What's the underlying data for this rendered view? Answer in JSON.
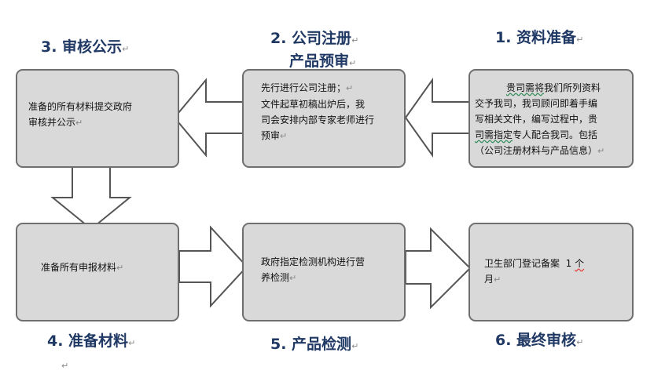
{
  "titles": {
    "step1": "1. 资料准备",
    "step2_line1": "2. 公司注册",
    "step2_line2": "产品预审",
    "step3": "3. 审核公示",
    "step4": "4. 准备材料",
    "step5": "5. 产品检测",
    "step6": "6. 最终审核"
  },
  "boxes": {
    "box1": {
      "line1_pre": "贵司需将",
      "line1_post": "我们所列资料",
      "line2": "交予我司，我司顾问即着手编",
      "line3": "写相关文件，编写过程中，贵",
      "line4_pre": "司需指定",
      "line4_post": "专人配合我司。包括",
      "line5": "（公司注册材料与产品信息）"
    },
    "box2": {
      "line1": "先行进行公司注册；",
      "line2": "文件起草初稿出炉后，我",
      "line3": "司会安排内部专家老师进行",
      "line4": "预审"
    },
    "box3": {
      "line1": "准备的所有材料提交政府",
      "line2": "审核并公示"
    },
    "box4": {
      "line1": "准备所有申报材料"
    },
    "box5": {
      "line1": "政府指定检测机构进行营",
      "line2": "养检测"
    },
    "box6": {
      "line1_pre": "卫生部门登记备案  1 ",
      "line1_post": "个",
      "line2": "月"
    }
  },
  "marks": {
    "para": "↵"
  }
}
